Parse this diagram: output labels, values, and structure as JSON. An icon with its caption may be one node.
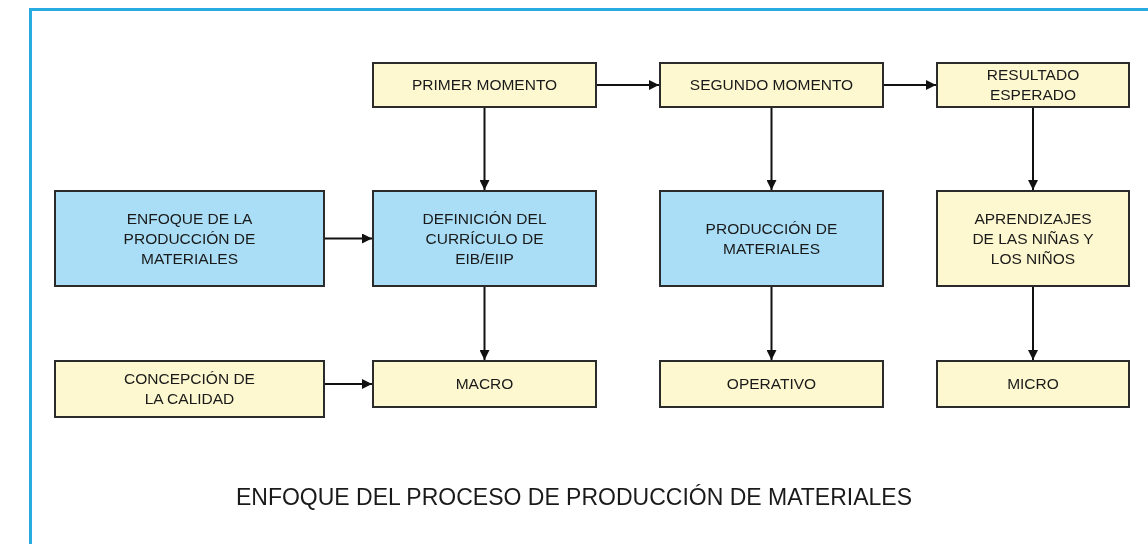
{
  "diagram": {
    "caption": "ENFOQUE DEL PROCESO DE PRODUCCIÓN DE MATERIALES",
    "nodes": [
      {
        "text": [
          "PRIMER MOMENTO"
        ]
      },
      {
        "text": [
          "SEGUNDO MOMENTO"
        ]
      },
      {
        "text": [
          "RESULTADO ESPERADO"
        ]
      },
      {
        "text": [
          "ENFOQUE DE LA PRODUCCIÓN DE MATERIALES"
        ]
      },
      {
        "text": [
          "DEFINICIÓN DEL CURRÍCULO DE EIB/EIIP"
        ]
      },
      {
        "text": [
          "PRODUCCIÓN DE MATERIALES"
        ]
      },
      {
        "text": [
          "APRENDIZAJES DE LAS NIÑAS Y LOS NIÑOS"
        ]
      },
      {
        "text": [
          "CONCEPCIÓN DE LA CALIDAD"
        ]
      },
      {
        "text": [
          "MACRO"
        ]
      },
      {
        "text": [
          "OPERATIVO"
        ]
      },
      {
        "text": [
          "MICRO"
        ]
      }
    ],
    "edges": [
      {
        "from": 0,
        "to": 1,
        "arrow": "to"
      },
      {
        "from": 1,
        "to": 2,
        "arrow": "to"
      },
      {
        "from": 0,
        "to": 4,
        "arrow": "to"
      },
      {
        "from": 1,
        "to": 5,
        "arrow": "to"
      },
      {
        "from": 2,
        "to": 6,
        "arrow": "to"
      },
      {
        "from": 3,
        "to": 4,
        "arrow": "to"
      },
      {
        "from": 4,
        "to": 8,
        "arrow": "to"
      },
      {
        "from": 5,
        "to": 9,
        "arrow": "to"
      },
      {
        "from": 6,
        "to": 10,
        "arrow": "to"
      },
      {
        "from": 7,
        "to": 8,
        "arrow": "to"
      }
    ]
  }
}
